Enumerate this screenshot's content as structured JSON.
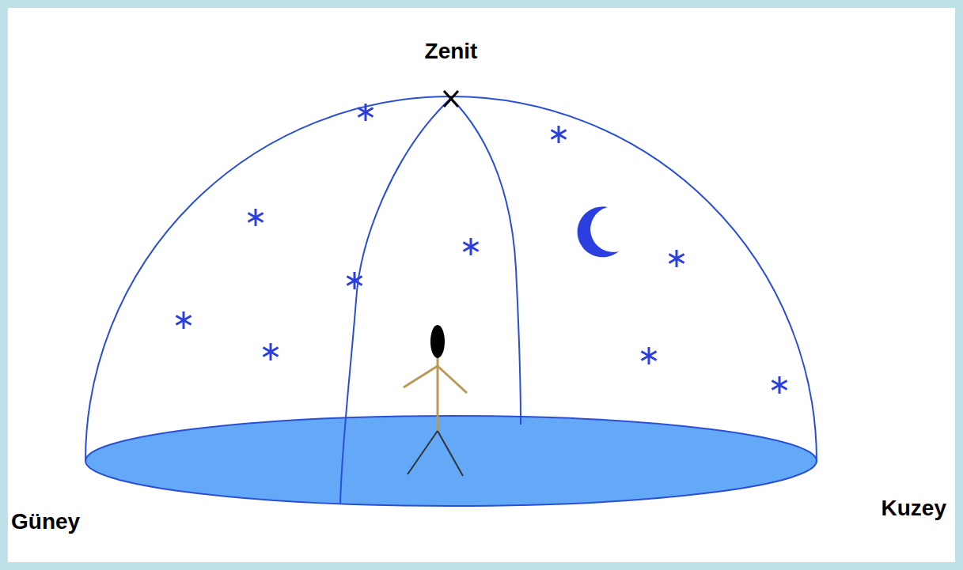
{
  "diagram": {
    "labels": [
      "Zenit",
      "Güney",
      "Kuzey"
    ]
  }
}
